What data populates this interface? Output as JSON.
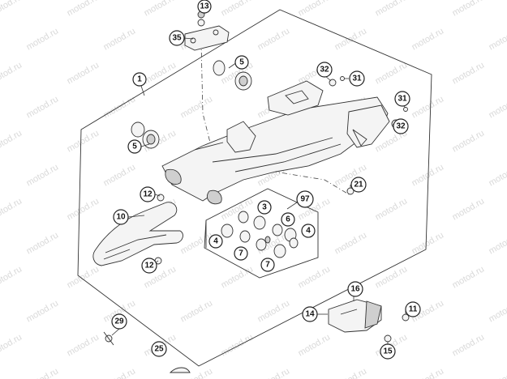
{
  "watermark": "motod.ru",
  "callouts": [
    {
      "id": "c13",
      "label": "13"
    },
    {
      "id": "c35",
      "label": "35"
    },
    {
      "id": "c5a",
      "label": "5"
    },
    {
      "id": "c1",
      "label": "1"
    },
    {
      "id": "c32a",
      "label": "32"
    },
    {
      "id": "c31a",
      "label": "31"
    },
    {
      "id": "c31b",
      "label": "31"
    },
    {
      "id": "c32b",
      "label": "32"
    },
    {
      "id": "c5b",
      "label": "5"
    },
    {
      "id": "c21",
      "label": "21"
    },
    {
      "id": "c97",
      "label": "97"
    },
    {
      "id": "c12a",
      "label": "12"
    },
    {
      "id": "c3",
      "label": "3"
    },
    {
      "id": "c6",
      "label": "6"
    },
    {
      "id": "c10",
      "label": "10"
    },
    {
      "id": "c4a",
      "label": "4"
    },
    {
      "id": "c4b",
      "label": "4"
    },
    {
      "id": "c7a",
      "label": "7"
    },
    {
      "id": "c7b",
      "label": "7"
    },
    {
      "id": "c12b",
      "label": "12"
    },
    {
      "id": "c16",
      "label": "16"
    },
    {
      "id": "c14",
      "label": "14"
    },
    {
      "id": "c11",
      "label": "11"
    },
    {
      "id": "c29",
      "label": "29"
    },
    {
      "id": "c15",
      "label": "15"
    },
    {
      "id": "c25",
      "label": "25"
    }
  ]
}
